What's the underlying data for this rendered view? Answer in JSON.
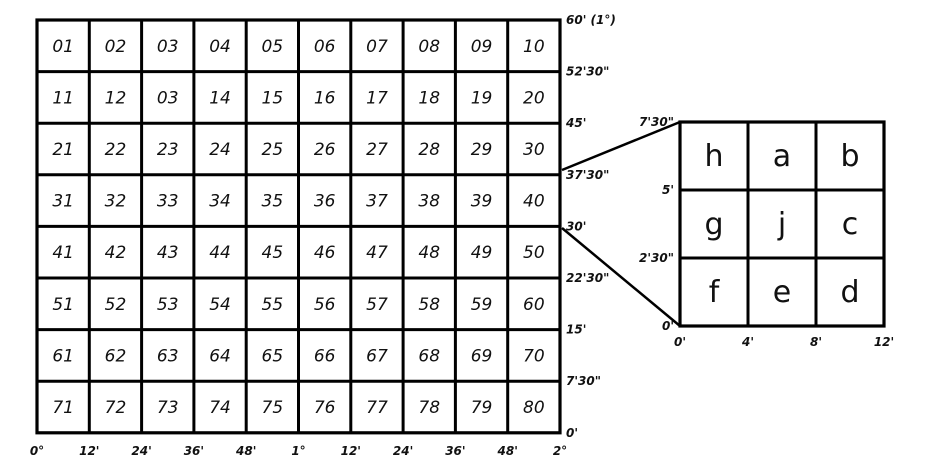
{
  "main_grid": {
    "rows": [
      [
        "01",
        "02",
        "03",
        "04",
        "05",
        "06",
        "07",
        "08",
        "09",
        "10"
      ],
      [
        "11",
        "12",
        "03",
        "14",
        "15",
        "16",
        "17",
        "18",
        "19",
        "20"
      ],
      [
        "21",
        "22",
        "23",
        "24",
        "25",
        "26",
        "27",
        "28",
        "29",
        "30"
      ],
      [
        "31",
        "32",
        "33",
        "34",
        "35",
        "36",
        "37",
        "38",
        "39",
        "40"
      ],
      [
        "41",
        "42",
        "43",
        "44",
        "45",
        "46",
        "47",
        "48",
        "49",
        "50"
      ],
      [
        "51",
        "52",
        "53",
        "54",
        "55",
        "56",
        "57",
        "58",
        "59",
        "60"
      ],
      [
        "61",
        "62",
        "63",
        "64",
        "65",
        "66",
        "67",
        "68",
        "69",
        "70"
      ],
      [
        "71",
        "72",
        "73",
        "74",
        "75",
        "76",
        "77",
        "78",
        "79",
        "80"
      ]
    ],
    "right_labels": [
      "60' (1°)",
      "52'30\"",
      "45'",
      "37'30\"",
      "30'",
      "22'30\"",
      "15'",
      "7'30\"",
      "0'"
    ],
    "bottom_labels": [
      "0°",
      "12'",
      "24'",
      "36'",
      "48'",
      "1°",
      "12'",
      "24'",
      "36'",
      "48'",
      "2°"
    ]
  },
  "detail_grid": {
    "rows": [
      [
        "h",
        "a",
        "b"
      ],
      [
        "g",
        "j",
        "c"
      ],
      [
        "f",
        "e",
        "d"
      ]
    ],
    "left_labels": [
      "7'30\"",
      "5'",
      "2'30\"",
      "0'"
    ],
    "bottom_labels": [
      "0'",
      "4'",
      "8'",
      "12'"
    ]
  }
}
